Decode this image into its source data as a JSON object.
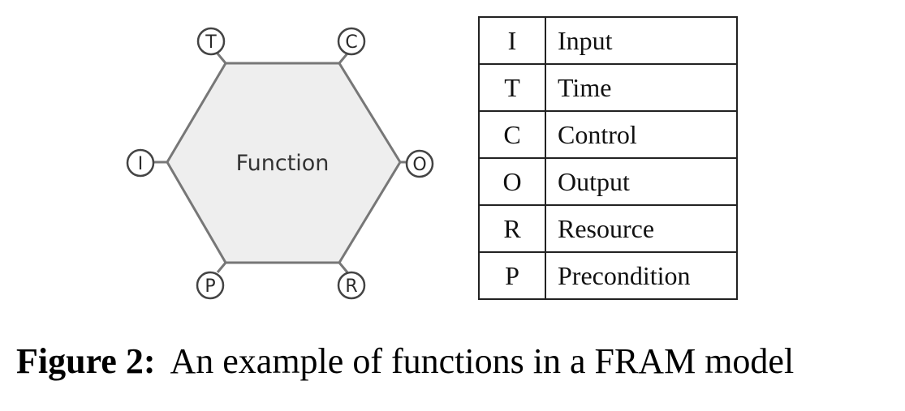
{
  "diagram": {
    "function_label": "Function",
    "aspects": [
      {
        "letter": "T",
        "name": "Time"
      },
      {
        "letter": "C",
        "name": "Control"
      },
      {
        "letter": "I",
        "name": "Input"
      },
      {
        "letter": "O",
        "name": "Output"
      },
      {
        "letter": "P",
        "name": "Precondition"
      },
      {
        "letter": "R",
        "name": "Resource"
      }
    ],
    "colors": {
      "hexagon_fill": "#eeeeee",
      "hexagon_stroke": "#777777",
      "circle_stroke": "#444444"
    }
  },
  "legend": {
    "rows": [
      {
        "code": "I",
        "label": "Input"
      },
      {
        "code": "T",
        "label": "Time"
      },
      {
        "code": "C",
        "label": "Control"
      },
      {
        "code": "O",
        "label": "Output"
      },
      {
        "code": "R",
        "label": "Resource"
      },
      {
        "code": "P",
        "label": "Precondition"
      }
    ]
  },
  "caption": {
    "figure_number": "Figure 2:",
    "text": "An example of functions in a FRAM model"
  }
}
